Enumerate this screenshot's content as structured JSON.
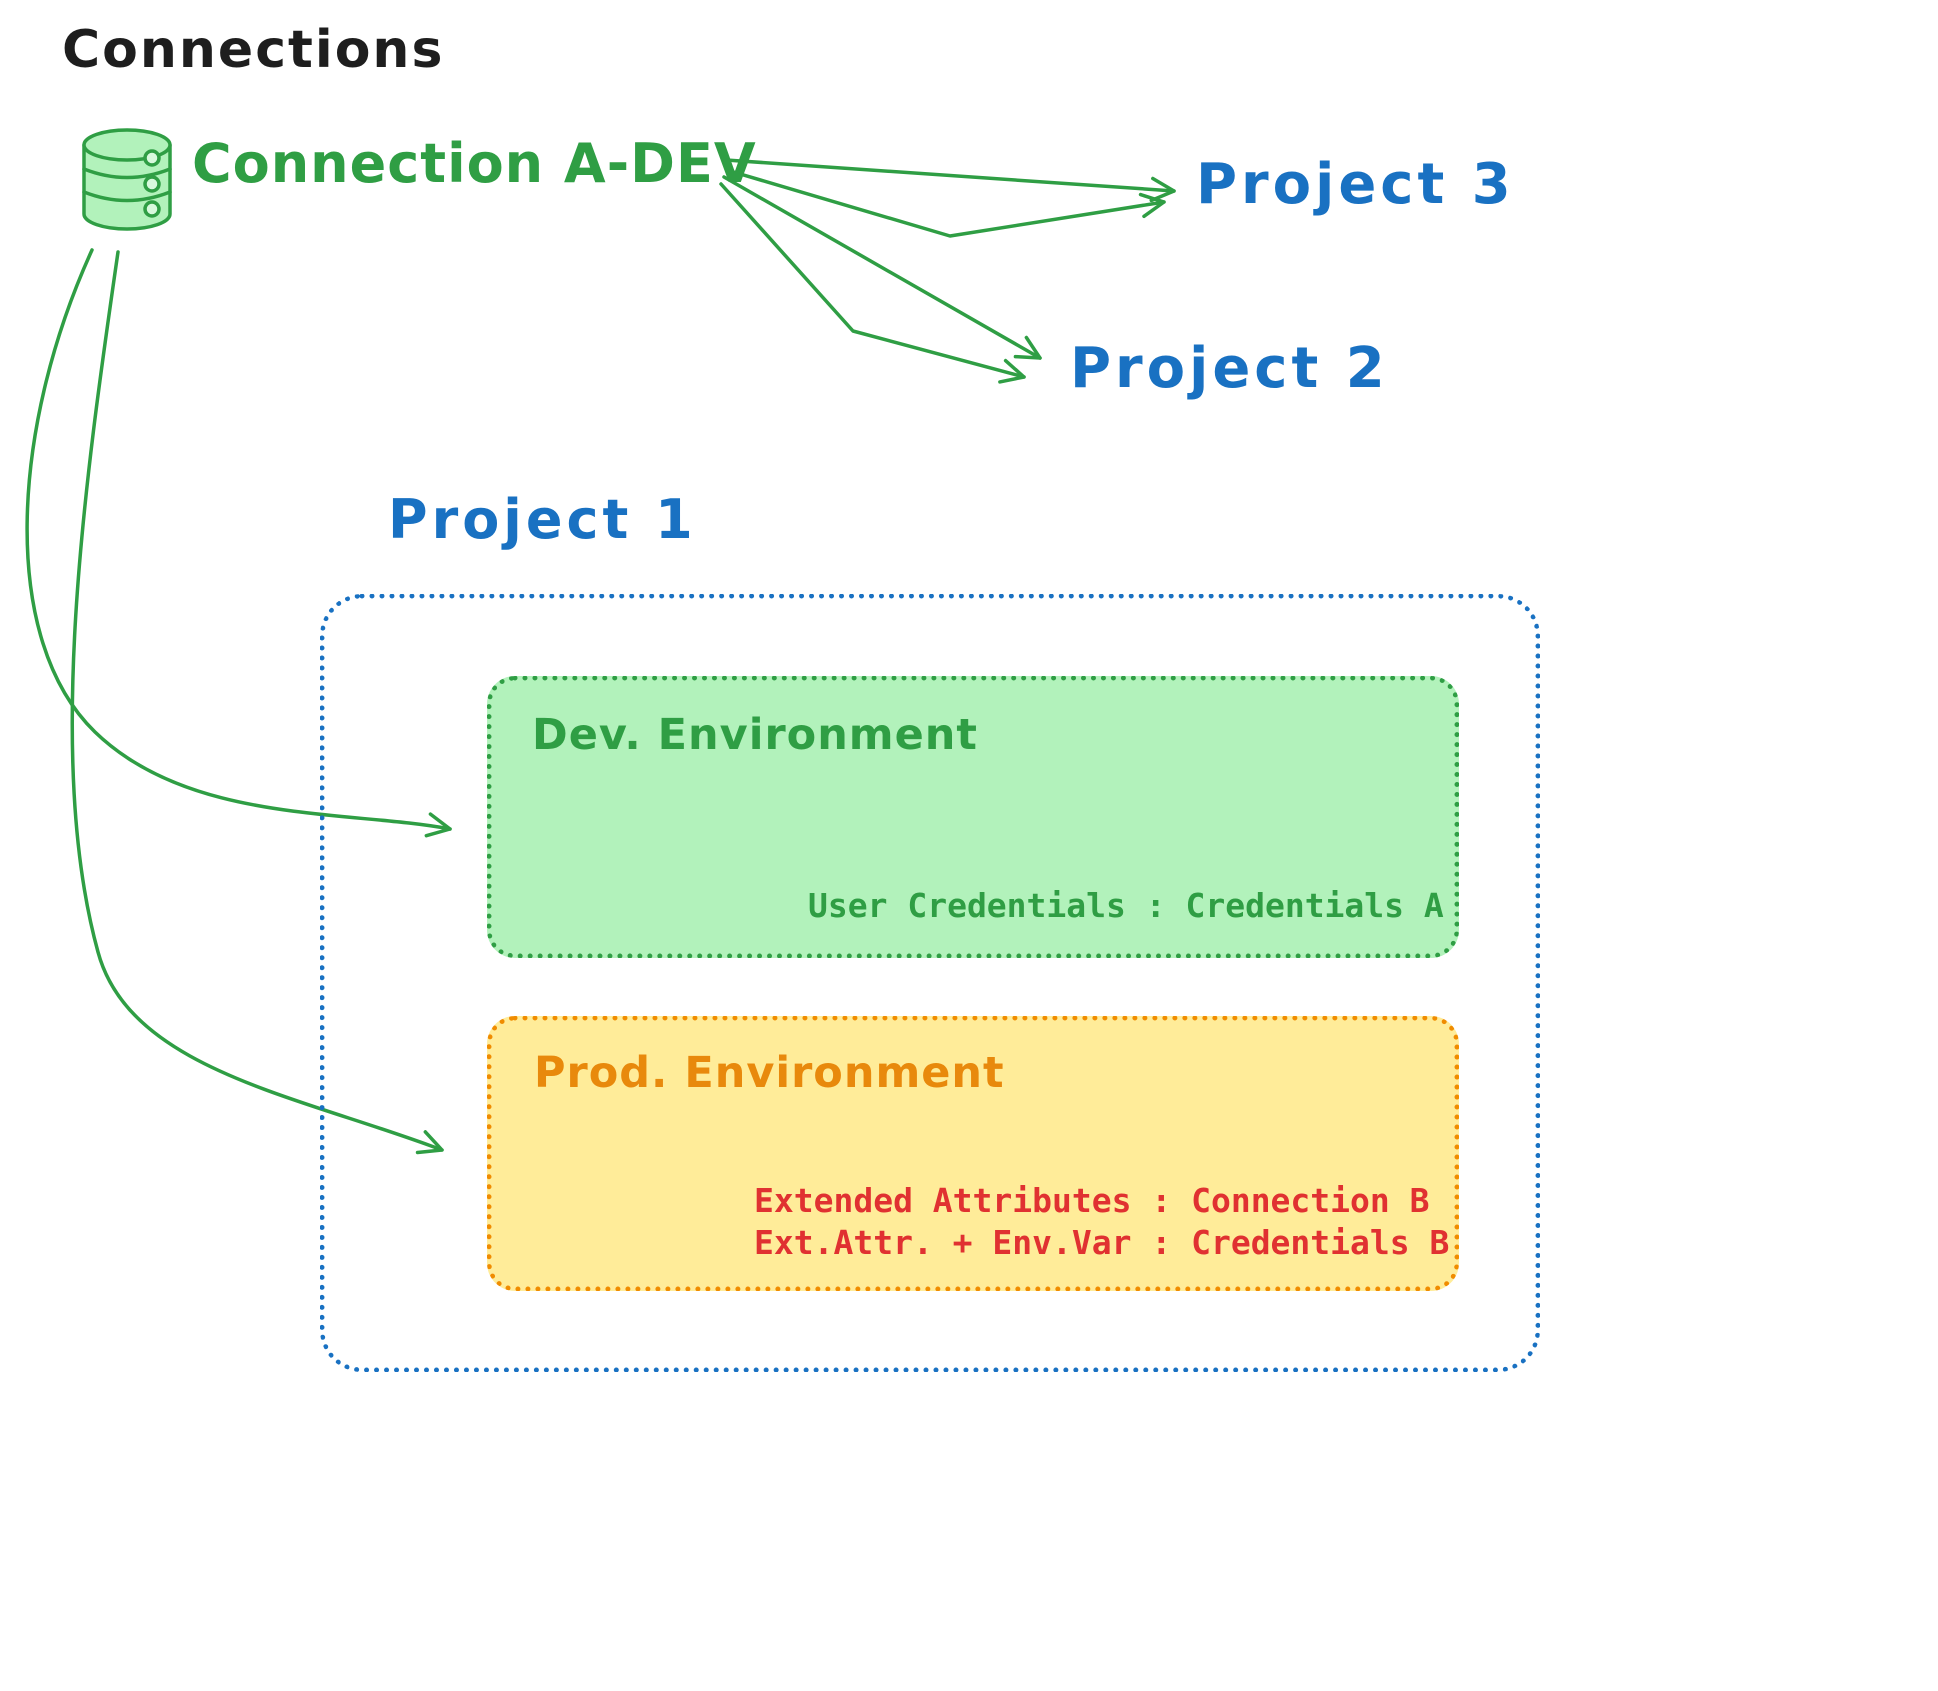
{
  "title": "Connections",
  "colors": {
    "green": "#2f9e44",
    "green_fill": "#b2f2bb",
    "blue": "#1971c2",
    "orange": "#f08c00",
    "orange_fill": "#ffec99",
    "red": "#e03131",
    "black": "#1e1e1e"
  },
  "connection": {
    "label": "Connection A-DEV",
    "icon": "database-icon"
  },
  "projects": {
    "project1": "Project 1",
    "project2": "Project 2",
    "project3": "Project 3"
  },
  "dev_environment": {
    "title": "Dev. Environment",
    "credentials": "User Credentials : Credentials A"
  },
  "prod_environment": {
    "title": "Prod. Environment",
    "line1": "Extended Attributes : Connection B",
    "line2": "Ext.Attr. + Env.Var : Credentials B"
  }
}
